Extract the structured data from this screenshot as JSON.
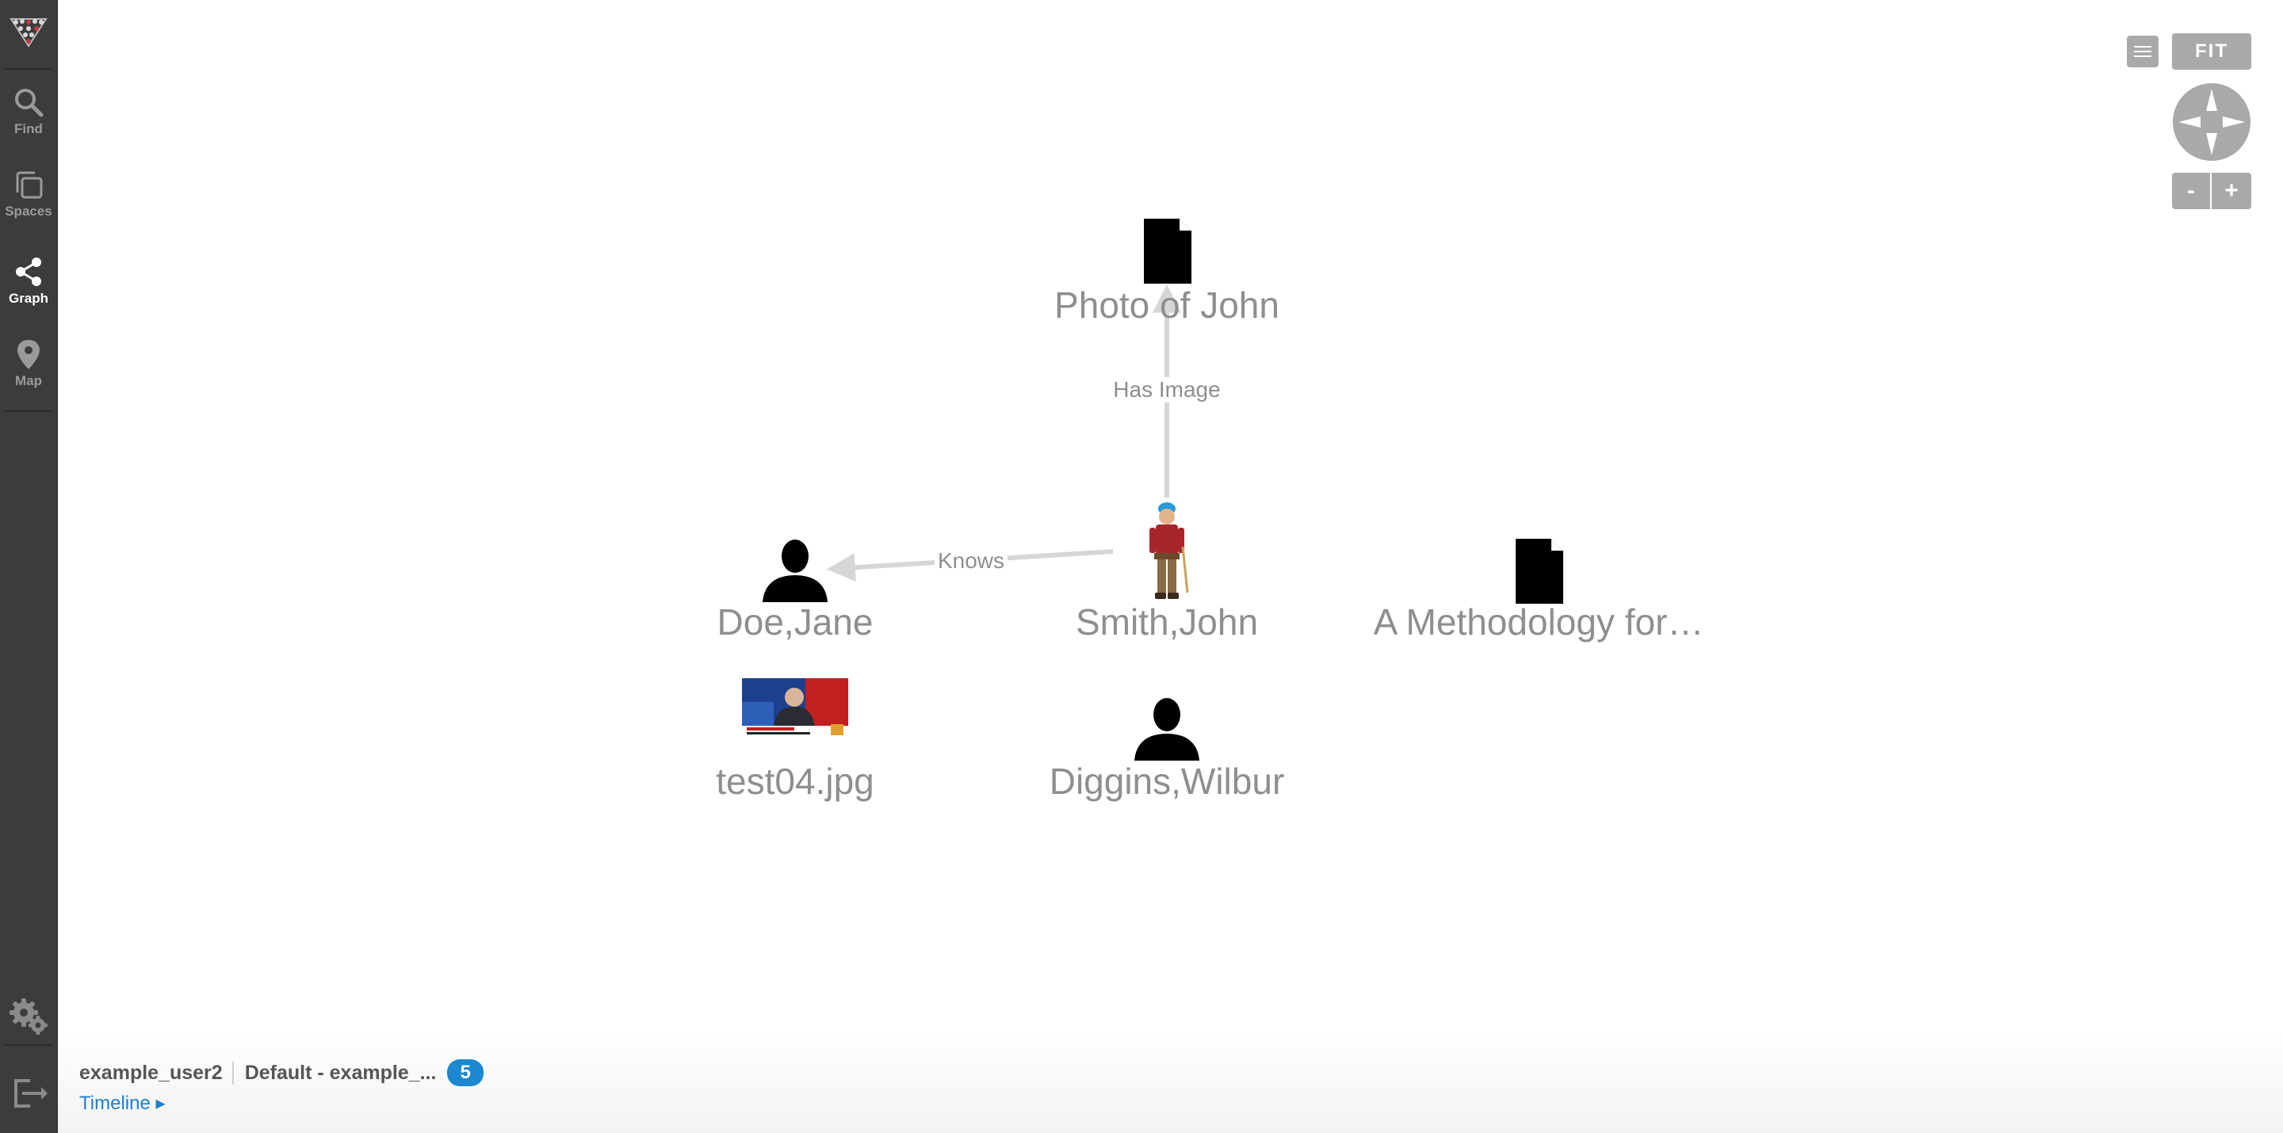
{
  "sidebar": {
    "items": [
      {
        "label": "Find",
        "icon": "search-icon"
      },
      {
        "label": "Spaces",
        "icon": "spaces-icon"
      },
      {
        "label": "Graph",
        "icon": "share-graph-icon",
        "active": true
      },
      {
        "label": "Map",
        "icon": "map-pin-icon"
      }
    ]
  },
  "graph": {
    "nodes": {
      "photo_of_john": {
        "label": "Photo of John",
        "icon": "document-icon"
      },
      "smith_john": {
        "label": "Smith,John",
        "icon": "worker-photo-thumbnail"
      },
      "doe_jane": {
        "label": "Doe,Jane",
        "icon": "person-icon"
      },
      "methodology": {
        "label": "A Methodology for…",
        "icon": "document-icon"
      },
      "test04": {
        "label": "test04.jpg",
        "icon": "news-image-thumbnail"
      },
      "diggins_wilbur": {
        "label": "Diggins,Wilbur",
        "icon": "person-icon"
      }
    },
    "edges": {
      "has_image": {
        "label": "Has Image",
        "from": "Smith,John",
        "to": "Photo of John"
      },
      "knows": {
        "label": "Knows",
        "from": "Smith,John",
        "to": "Doe,Jane"
      }
    }
  },
  "controls": {
    "fit_label": "FIT",
    "zoom_out_label": "-",
    "zoom_in_label": "+"
  },
  "status": {
    "user": "example_user2",
    "workspace": "Default - example_...",
    "count": "5",
    "timeline_label": "Timeline ▸"
  },
  "colors": {
    "sidebar_bg": "#3c3c3c",
    "label_gray": "#8e8e8e",
    "edge_gray": "#d6d6d6",
    "control_gray": "#a9a9a9",
    "badge_blue": "#1c88d0",
    "link_blue": "#1c7ed0"
  }
}
